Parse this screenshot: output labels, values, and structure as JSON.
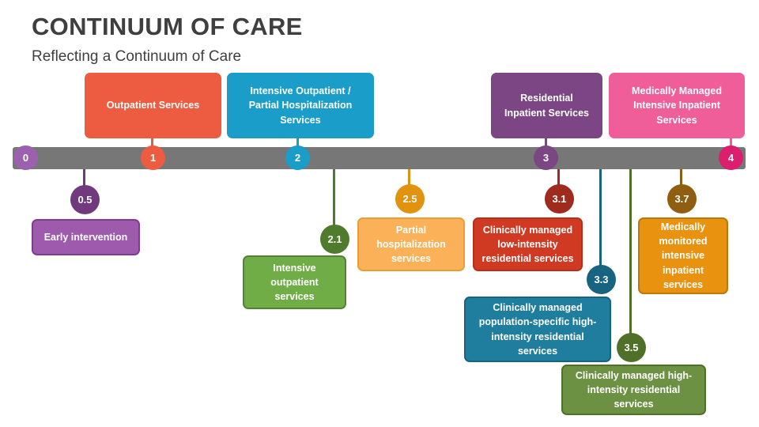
{
  "header": {
    "title": "CONTINUUM OF CARE",
    "subtitle": "Reflecting a Continuum of Care"
  },
  "timeline": {
    "bar_color": "#777777",
    "markers": [
      {
        "label": "0",
        "color": "#9C61AD"
      },
      {
        "label": "1",
        "color": "#ED5C40"
      },
      {
        "label": "2",
        "color": "#1A9DC9"
      },
      {
        "label": "3",
        "color": "#7C4684"
      },
      {
        "label": "4",
        "color": "#DB1E6D"
      }
    ]
  },
  "stages": [
    {
      "label": "Outpatient Services",
      "color": "#ED5C40"
    },
    {
      "label": "Intensive Outpatient / Partial Hospitalization Services",
      "color": "#1A9DC9"
    },
    {
      "label": "Residential Inpatient Services",
      "color": "#7C4684"
    },
    {
      "label": "Medically Managed Intensive Inpatient Services",
      "color": "#EF5E99"
    }
  ],
  "levels": [
    {
      "value": "0.5",
      "label": "Early intervention",
      "circle_color": "#71397E",
      "stem_color": "#71397E",
      "box_fill": "#9E5BAE",
      "box_border": "#7D3C90"
    },
    {
      "value": "2.1",
      "label": "Intensive outpatient services",
      "circle_color": "#4F7B2D",
      "stem_color": "#4F7B2D",
      "box_fill": "#71AD47",
      "box_border": "#548235"
    },
    {
      "value": "2.5",
      "label": "Partial hospitalization services",
      "circle_color": "#E1920F",
      "stem_color": "#E1920F",
      "box_fill": "#FBB157",
      "box_border": "#EA9C37"
    },
    {
      "value": "3.1",
      "label": "Clinically managed low-intensity residential services",
      "circle_color": "#9E2B1D",
      "stem_color": "#9E2B1D",
      "box_fill": "#D13A22",
      "box_border": "#B52F1B"
    },
    {
      "value": "3.3",
      "label": "Clinically managed population-specific high-intensity residential services",
      "circle_color": "#176380",
      "stem_color": "#176380",
      "box_fill": "#1F7E9E",
      "box_border": "#176380"
    },
    {
      "value": "3.5",
      "label": "Clinically managed high-intensity residential services",
      "circle_color": "#4F7029",
      "stem_color": "#4F7029",
      "box_fill": "#6D9143",
      "box_border": "#4F7029"
    },
    {
      "value": "3.7",
      "label": "Medically monitored intensive inpatient services",
      "circle_color": "#8F5E10",
      "stem_color": "#8F5E10",
      "box_fill": "#E8920F",
      "box_border": "#BC770C"
    }
  ]
}
